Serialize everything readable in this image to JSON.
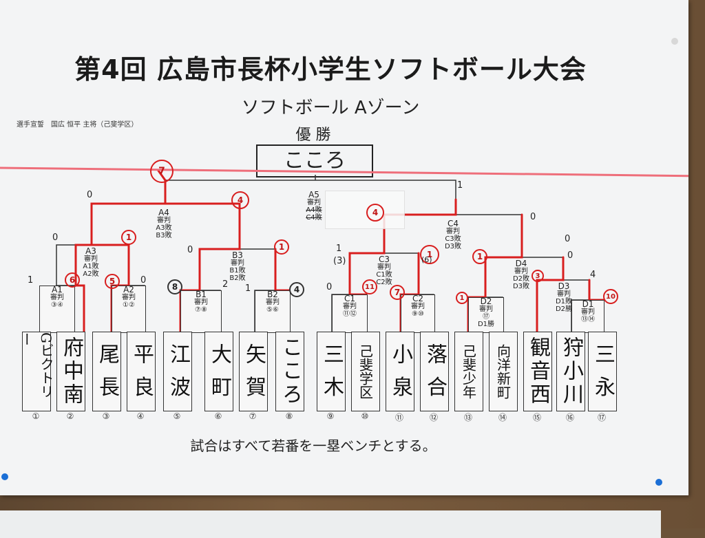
{
  "header": {
    "title": "第4回 広島市長杯小学生ソフトボール大会",
    "subtitle": "ソフトボール Aゾーン",
    "oath": "選手宣誓　国広 恒平 主将（己斐学区）",
    "champion_label": "優 勝",
    "champion": "こころ"
  },
  "teams": [
    {
      "name": "Gビクトリー",
      "num": "①"
    },
    {
      "name": "府中南",
      "num": "②"
    },
    {
      "name": "尾 長",
      "num": "③"
    },
    {
      "name": "平 良",
      "num": "④"
    },
    {
      "name": "江 波",
      "num": "⑤"
    },
    {
      "name": "大 町",
      "num": "⑥"
    },
    {
      "name": "矢 賀",
      "num": "⑦"
    },
    {
      "name": "こころ",
      "num": "⑧"
    },
    {
      "name": "三 木",
      "num": "⑨"
    },
    {
      "name": "己斐学区",
      "num": "⑩"
    },
    {
      "name": "小 泉",
      "num": "⑪"
    },
    {
      "name": "落 合",
      "num": "⑫"
    },
    {
      "name": "己斐少年",
      "num": "⑬"
    },
    {
      "name": "向洋新町",
      "num": "⑭"
    },
    {
      "name": "観音西",
      "num": "⑮"
    },
    {
      "name": "狩小川",
      "num": "⑯"
    },
    {
      "name": "三 永",
      "num": "⑰"
    }
  ],
  "matches": {
    "A1": {
      "id": "A1",
      "ref": "審判",
      "note": "③④"
    },
    "A2": {
      "id": "A2",
      "ref": "審判",
      "note": "①②"
    },
    "B1": {
      "id": "B1",
      "ref": "審判",
      "note": "⑦⑧"
    },
    "B2": {
      "id": "B2",
      "ref": "審判",
      "note": "⑤⑥"
    },
    "C1": {
      "id": "C1",
      "ref": "審判",
      "note": "⑪⑫"
    },
    "C2": {
      "id": "C2",
      "ref": "審判",
      "note": "⑨⑩"
    },
    "D2": {
      "id": "D2",
      "ref": "審判",
      "note": "⑰",
      "note2": "D1勝"
    },
    "D1": {
      "id": "D1",
      "ref": "審判",
      "note": "⑬⑭"
    },
    "A3": {
      "id": "A3",
      "ref": "審判",
      "note": "A1敗",
      "note2": "A2敗"
    },
    "B3": {
      "id": "B3",
      "ref": "審判",
      "note": "B1敗",
      "note2": "B2敗"
    },
    "C3": {
      "id": "C3",
      "ref": "審判",
      "note": "C1敗",
      "note2": "C2敗"
    },
    "D3": {
      "id": "D3",
      "ref": "審判",
      "note": "D1敗",
      "note2": "D2勝"
    },
    "D4": {
      "id": "D4",
      "ref": "審判",
      "note": "D2敗",
      "note2": "D3敗"
    },
    "A4": {
      "id": "A4",
      "ref": "審判",
      "note": "A3敗",
      "note2": "B3敗"
    },
    "C4": {
      "id": "C4",
      "ref": "審判",
      "note": "C3敗",
      "note2": "D3敗"
    },
    "A5": {
      "id": "A5",
      "ref": "審判",
      "note": "A4敗",
      "note2": "C4敗"
    }
  },
  "scores": {
    "a1_left": "1",
    "a1_right": "6",
    "a2_left": "5",
    "a2_right": "0",
    "a3_left": "0",
    "a3_right": "1",
    "b1_left": "8",
    "b1_right": "2",
    "b2_left": "1",
    "b2_right": "4",
    "b3_left": "0",
    "b3_right": "1",
    "a4_left": "0",
    "a4_right": "4",
    "c1_left": "0",
    "c1_right": "11",
    "c2_left": "7",
    "c3_left": "1",
    "c3_left2": "(3)",
    "c3_right": "1",
    "c3_right2": "(6)",
    "c4_left": "4",
    "c4_right": "0",
    "d1_left": "4",
    "d1_right": "10",
    "d2_left": "1",
    "d3_left": "3",
    "d4_left": "1",
    "d4_right": "0",
    "d3_top": "0",
    "final_left": "7",
    "final_zero": "0",
    "final_right": "1"
  },
  "footer": "試合はすべて若番を一塁ベンチとする。",
  "colors": {
    "winner_line": "#d81e1e",
    "line": "#333333",
    "paper": "#f3f4f5",
    "string": "#ee6e7a"
  }
}
